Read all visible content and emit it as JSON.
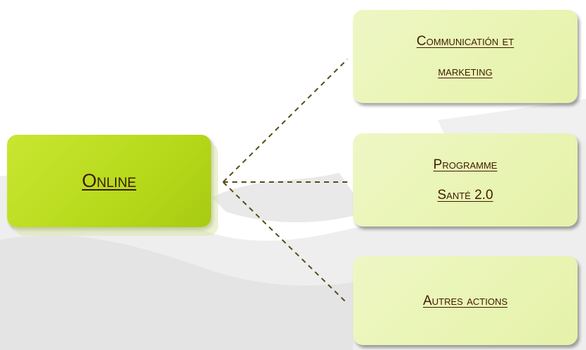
{
  "root": {
    "label": "Online"
  },
  "children": [
    {
      "line1": "Communicatión et",
      "line2": "marketing"
    },
    {
      "line1": "Programme",
      "line2": "Santé 2.0"
    },
    {
      "line1": "Autres actions",
      "line2": ""
    }
  ],
  "colors": {
    "root_fill": "#b6d91a",
    "child_fill": "#e9f4b6",
    "connector": "#5a4a1a",
    "text": "#3d1c00"
  },
  "connector_style": "dashed"
}
